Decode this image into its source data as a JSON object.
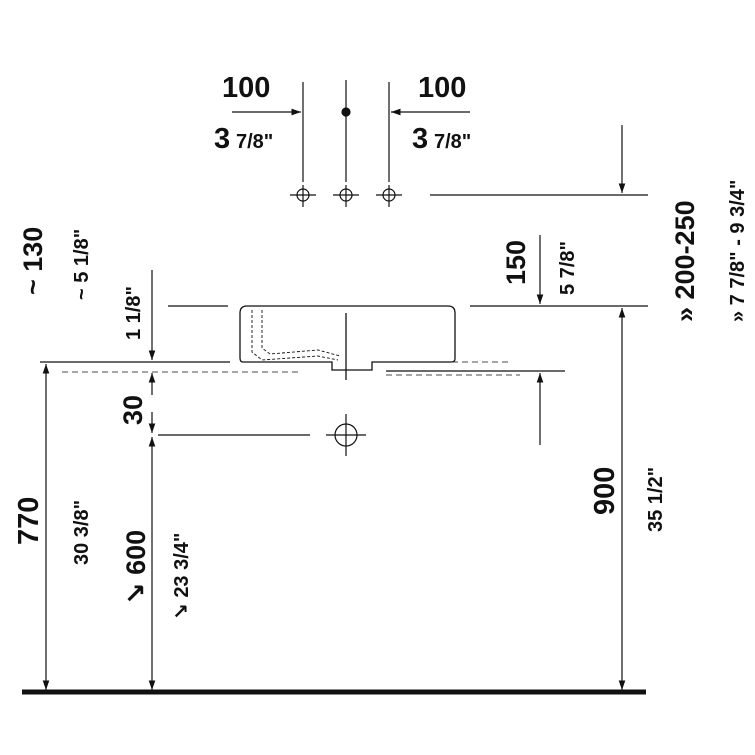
{
  "labels": {
    "left_tap_offset_mm": "100",
    "left_tap_offset_in_whole": "3",
    "left_tap_offset_in_frac": "7/8\"",
    "right_tap_offset_mm": "100",
    "right_tap_offset_in_whole": "3",
    "right_tap_offset_in_frac": "7/8\"",
    "rim_above_counter_mm": "~ 130",
    "rim_above_counter_in": "~ 5 1/8\"",
    "counter_thickness_in": "1 1/8\"",
    "waste_height_mm": "150",
    "waste_height_in": "5 7/8\"",
    "tap_height_range_mm": "» 200-250",
    "tap_height_range_in": "» 7 7/8\" - 9 3/4\"",
    "trap_offset_mm": "30",
    "counter_height_mm": "770",
    "counter_height_in": "30 3/8\"",
    "waste_outlet_mm": "↘ 600",
    "waste_outlet_in": "↘ 23 3/4\"",
    "rim_height_mm": "900",
    "rim_height_in": "35 1/2\""
  }
}
